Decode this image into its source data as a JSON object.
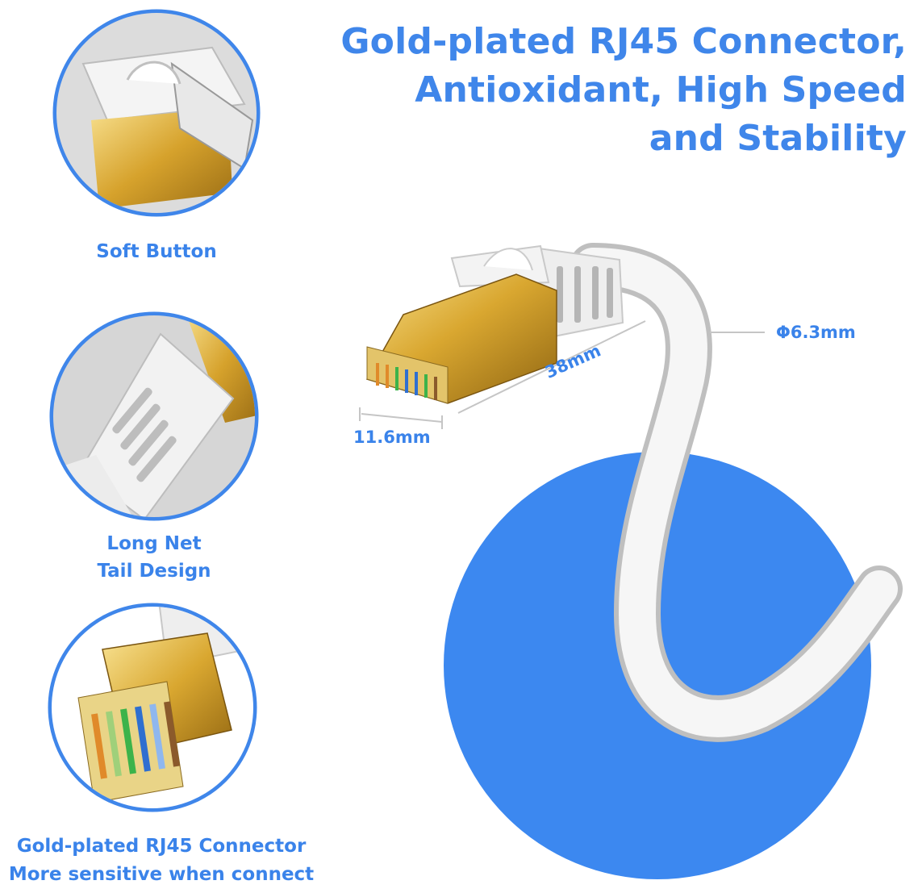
{
  "headline": {
    "line1": "Gold-plated RJ45 Connector,",
    "line2": "Antioxidant, High Speed",
    "line3": "and Stability"
  },
  "features": [
    {
      "caption_lines": [
        "Soft Button"
      ]
    },
    {
      "caption_lines": [
        "Long Net",
        "Tail Design"
      ]
    },
    {
      "caption_lines": [
        "Gold-plated RJ45 Connector",
        "More sensitive when connect"
      ]
    }
  ],
  "dimensions": {
    "length": "38mm",
    "width": "11.6mm",
    "diameter": "Φ6.3mm"
  },
  "colors": {
    "accent_blue": "#3f86ea",
    "circle_blue": "#3c88f0",
    "gold": "#d9a730",
    "cable_white": "#f3f3f3"
  }
}
